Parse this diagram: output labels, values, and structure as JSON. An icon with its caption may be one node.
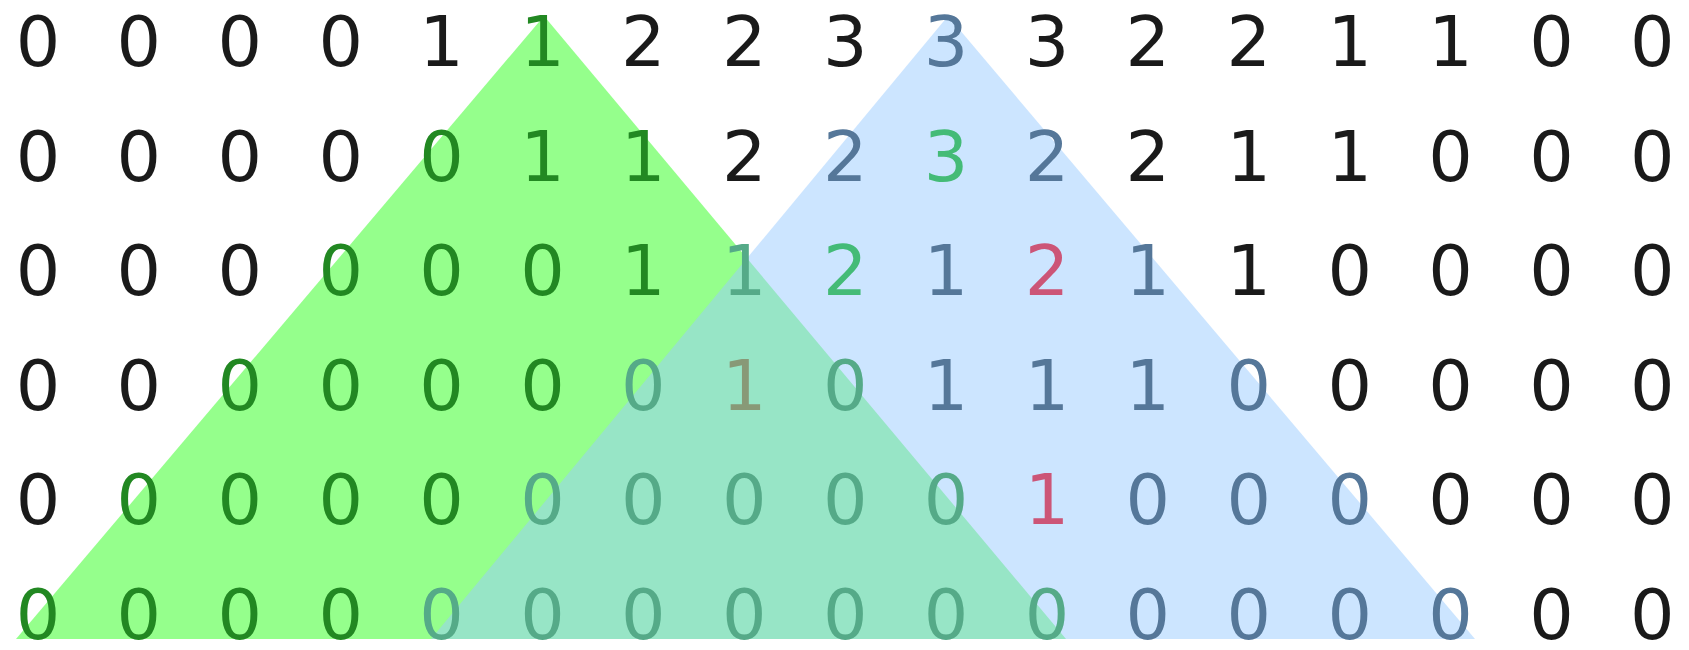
{
  "diagram": {
    "labels": [
      "0",
      "0",
      "0",
      "0",
      "1",
      "1",
      "2",
      "2",
      "3",
      "3",
      "3",
      "2",
      "2",
      "1",
      "1",
      "0",
      "0",
      "0",
      "0",
      "0",
      "0",
      "0",
      "1",
      "1",
      "2",
      "2",
      "3",
      "2",
      "2",
      "1",
      "1",
      "0",
      "0",
      "0",
      "0",
      "0",
      "0",
      "0",
      "0",
      "0",
      "1",
      "1",
      "2",
      "1",
      "2",
      "1",
      "1",
      "0",
      "0",
      "0",
      "0",
      "0",
      "0",
      "0",
      "0",
      "0",
      "0",
      "0",
      "1",
      "0",
      "1",
      "1",
      "1",
      "0",
      "0",
      "0",
      "0",
      "0",
      "0",
      "0",
      "0",
      "0",
      "0",
      "0",
      "0",
      "0",
      "0",
      "0",
      "1",
      "0",
      "0",
      "0",
      "0",
      "0",
      "0",
      "0",
      "0",
      "0",
      "0",
      "0",
      "0",
      "0",
      "0",
      "0",
      "0",
      "0",
      "0",
      "0",
      "0",
      "0",
      "0",
      "0"
    ]
  }
}
